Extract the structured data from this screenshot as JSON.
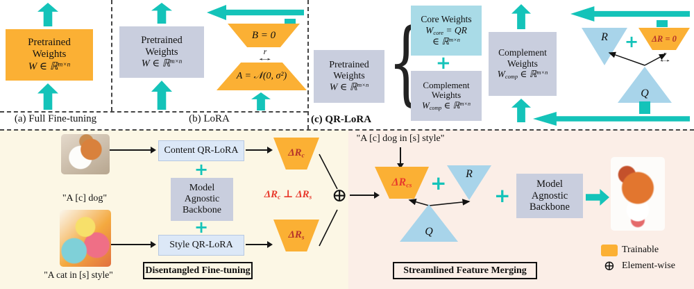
{
  "symbols": {
    "plus": "+",
    "oplus": "⊕"
  },
  "colors": {
    "accent_teal": "#14c3b9",
    "trainable_orange": "#fbb034",
    "frozen_gray": "#c9cede",
    "core_cyan": "#a9dbe7",
    "lora_light_blue": "#dce8f7",
    "qr_blue": "#a8d4ea",
    "highlight_red": "#e8392c",
    "left_panel_bg": "#fcf7e5",
    "right_panel_bg": "#fbeee7"
  },
  "panel_a": {
    "label": "(a) Full Fine-tuning",
    "box": {
      "line1": "Pretrained",
      "line2": "Weights",
      "math_base": "W ∈ ℝ",
      "math_sup": "m×n"
    }
  },
  "panel_b": {
    "label": "(b) LoRA",
    "box": {
      "line1": "Pretrained",
      "line2": "Weights",
      "math_base": "W ∈ ℝ",
      "math_sup": "m×n"
    },
    "b_eq": "B = 0",
    "rank": "r",
    "rank_arrow": "↔",
    "a_eq": "A = 𝒩(0, σ²)"
  },
  "panel_c": {
    "label": "(c) QR-LoRA",
    "pretrained": {
      "line1": "Pretrained",
      "line2": "Weights",
      "math_base": "W ∈ ℝ",
      "math_sup": "m×n"
    },
    "brace": "{",
    "core": {
      "line1": "Core Weights",
      "w": "W",
      "w_sub": "core",
      "eq": " = QR",
      "math_base": "∈ ℝ",
      "math_sup": "m×n"
    },
    "complement_stack": {
      "line1": "Complement",
      "line2": "Weights",
      "w": "W",
      "w_sub": "comp",
      "math_base": " ∈ ℝ",
      "math_sup": "m×n"
    },
    "complement_main": {
      "line1": "Complement",
      "line2": "Weights",
      "w": "W",
      "w_sub": "comp",
      "math_base": " ∈ ℝ",
      "math_sup": "m×n"
    },
    "r_tri": "R",
    "delta_r_eq": "ΔR = 0",
    "rank": "r",
    "rank_arrow": "↔",
    "q_tri": "Q"
  },
  "pipeline": {
    "dog_prompt": "\"A [c] dog\"",
    "cat_prompt": "\"A cat in [s] style\"",
    "content_lora": "Content QR-LoRA",
    "backbone": {
      "line1": "Model",
      "line2": "Agnostic",
      "line3": "Backbone"
    },
    "style_lora": "Style QR-LoRA",
    "delta_rc": {
      "base": "ΔR",
      "sub": "c"
    },
    "delta_rs": {
      "base": "ΔR",
      "sub": "s"
    },
    "ortho": {
      "left_base": "ΔR",
      "left_sub": "c",
      "perp": " ⊥ ",
      "right_base": "ΔR",
      "right_sub": "s"
    },
    "caption_left": "Disentangled Fine-tuning",
    "merge_prompt": "\"A [c] dog in [s] style\"",
    "delta_rcs": {
      "base": "ΔR",
      "sub": "cs"
    },
    "r_tri": "R",
    "q_tri": "Q",
    "backbone2": {
      "line1": "Model",
      "line2": "Agnostic",
      "line3": "Backbone"
    },
    "caption_right": "Streamlined Feature Merging"
  },
  "legend": {
    "trainable": "Trainable",
    "elementwise": "Element-wise"
  }
}
